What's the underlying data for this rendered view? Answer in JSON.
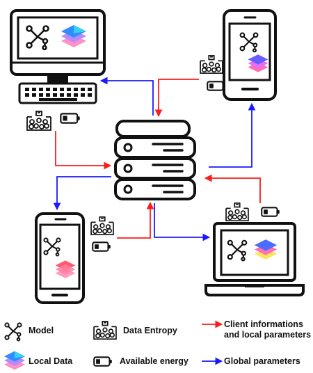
{
  "colors": {
    "client_arrow": "#ff1a1a",
    "global_arrow": "#1a1aff",
    "device_stroke": "#111111",
    "layer_blue": "#3a7bff",
    "layer_cyan": "#22c4e8",
    "layer_pink": "#ff6fb3",
    "layer_purple": "#8a5cff",
    "layer_yellow": "#ffe066"
  },
  "icons": [
    "desktop-computer-icon",
    "smartphone-icon",
    "laptop-icon",
    "server-icon",
    "model-graph-icon",
    "local-data-layers-icon",
    "data-entropy-icon",
    "battery-icon"
  ],
  "legend": {
    "model": "Model",
    "local_data": "Local Data",
    "data_entropy": "Data Entropy",
    "available_energy": "Available energy",
    "client_line1": "Client informations",
    "client_line2": "and local parameters",
    "global": "Global parameters"
  }
}
